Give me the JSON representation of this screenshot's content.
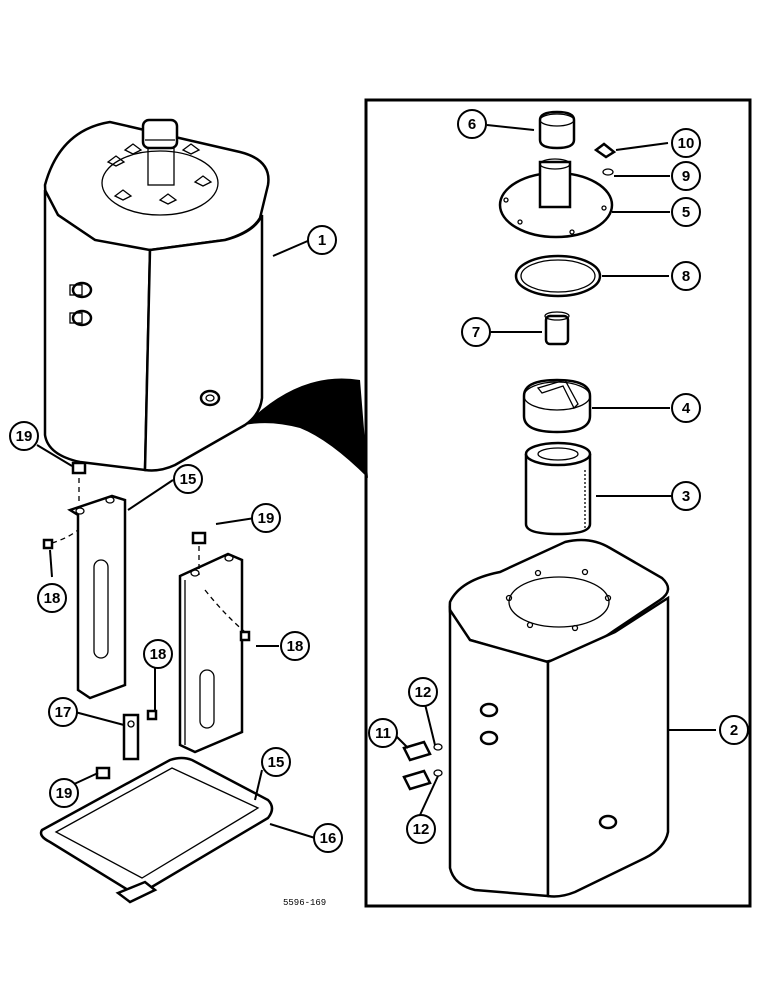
{
  "callouts": {
    "c1": "1",
    "c2": "2",
    "c3": "3",
    "c4": "4",
    "c5": "5",
    "c6": "6",
    "c7": "7",
    "c8": "8",
    "c9": "9",
    "c10": "10",
    "c11": "11",
    "c12a": "12",
    "c12b": "12",
    "c15a": "15",
    "c15b": "15",
    "c16": "16",
    "c17": "17",
    "c18a": "18",
    "c18b": "18",
    "c18c": "18",
    "c19a": "19",
    "c19b": "19",
    "c19c": "19"
  },
  "drawing_ref": "5596-169"
}
